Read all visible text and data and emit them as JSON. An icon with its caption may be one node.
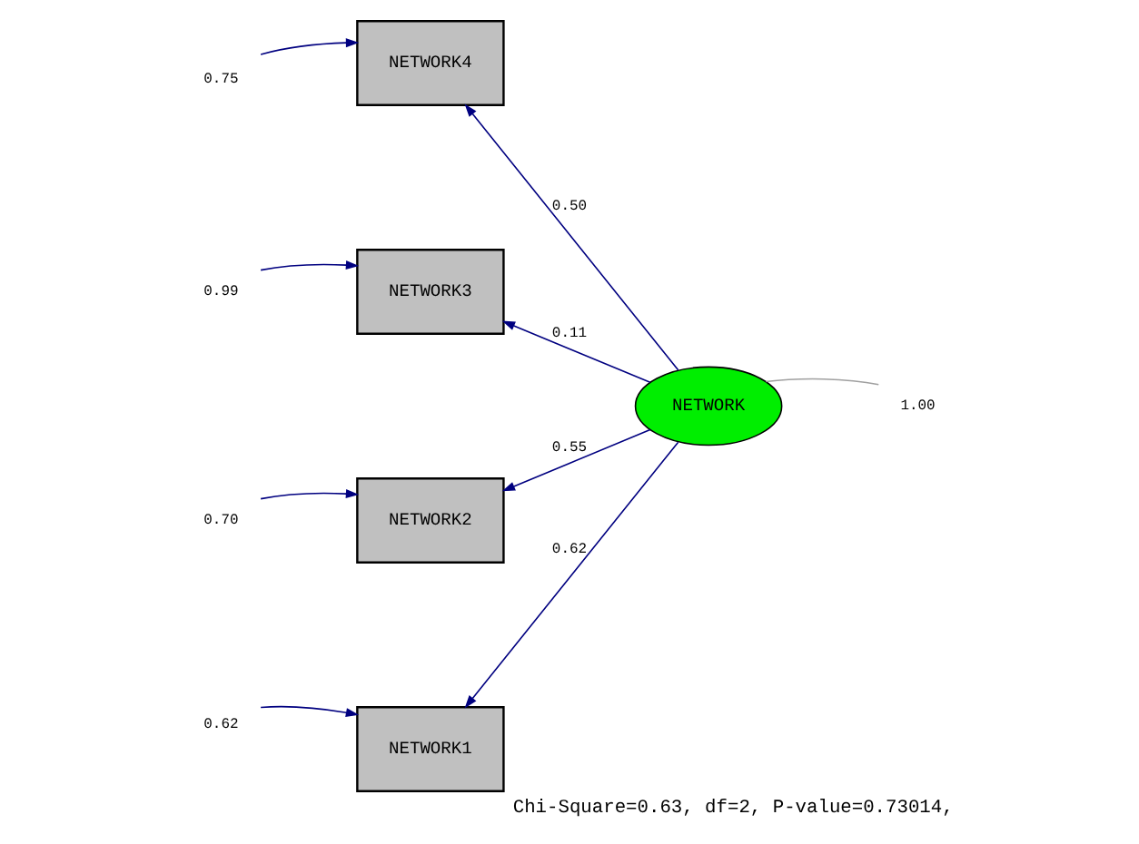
{
  "diagram": {
    "caption": "Chi-Square=0.63, df=2, P-value=0.73014,",
    "nodes": [
      {
        "text": [
          "NETWORK1"
        ]
      },
      {
        "text": [
          "NETWORK2"
        ]
      },
      {
        "text": [
          "NETWORK3"
        ]
      },
      {
        "text": [
          "NETWORK4"
        ]
      },
      {
        "text": [
          "NETWORK"
        ]
      },
      {
        "text": [
          "0.62"
        ]
      },
      {
        "text": [
          "0.70"
        ]
      },
      {
        "text": [
          "0.99"
        ]
      },
      {
        "text": [
          "0.75"
        ]
      },
      {
        "text": [
          "1.00"
        ]
      }
    ],
    "edges": [
      {
        "from": 4,
        "to": 0,
        "arrow": "to",
        "label": "0.62"
      },
      {
        "from": 4,
        "to": 1,
        "arrow": "to",
        "label": "0.55"
      },
      {
        "from": 4,
        "to": 2,
        "arrow": "to",
        "label": "0.11"
      },
      {
        "from": 4,
        "to": 3,
        "arrow": "to",
        "label": "0.50"
      },
      {
        "from": 5,
        "to": 0,
        "arrow": "to"
      },
      {
        "from": 6,
        "to": 1,
        "arrow": "to"
      },
      {
        "from": 7,
        "to": 2,
        "arrow": "to"
      },
      {
        "from": 8,
        "to": 3,
        "arrow": "to"
      },
      {
        "from": 4,
        "to": 9,
        "arrow": "none",
        "color": "#a0a0a0"
      }
    ]
  }
}
